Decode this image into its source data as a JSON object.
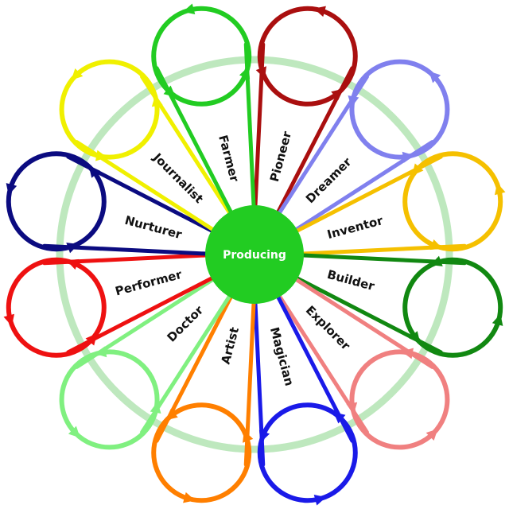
{
  "hub": {
    "label": "Producing",
    "color": "#22cc22"
  },
  "halo_color": "#a8e0a8",
  "petals": [
    {
      "label": "Pioneer",
      "color": "#aa0f0f"
    },
    {
      "label": "Dreamer",
      "color": "#8080ee"
    },
    {
      "label": "Inventor",
      "color": "#f5c000"
    },
    {
      "label": "Builder",
      "color": "#118811"
    },
    {
      "label": "Explorer",
      "color": "#f08080"
    },
    {
      "label": "Magician",
      "color": "#1a1ae8"
    },
    {
      "label": "Artist",
      "color": "#ff7f00"
    },
    {
      "label": "Doctor",
      "color": "#80f080"
    },
    {
      "label": "Performer",
      "color": "#ee1111"
    },
    {
      "label": "Nurturer",
      "color": "#0b0b80"
    },
    {
      "label": "Journalist",
      "color": "#f0f000"
    },
    {
      "label": "Farmer",
      "color": "#22cc22"
    }
  ]
}
